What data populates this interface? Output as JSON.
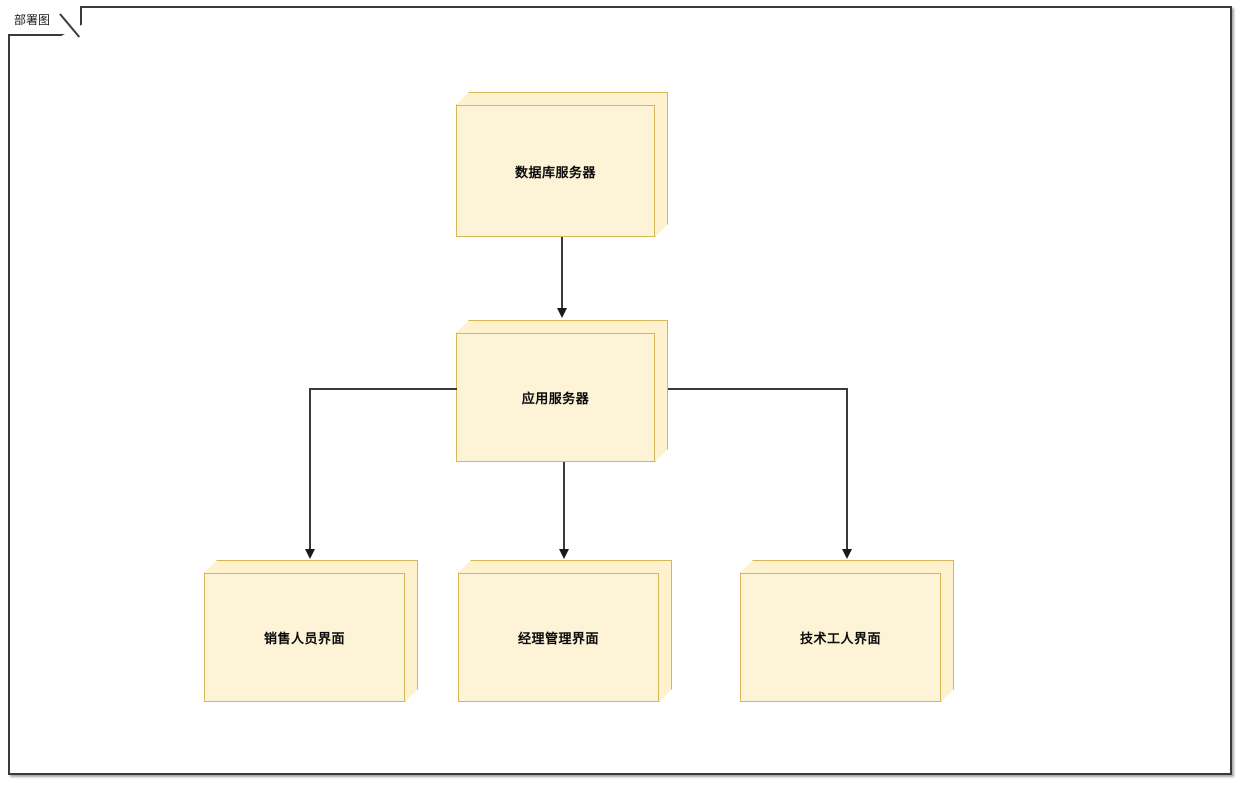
{
  "frame": {
    "label": "部署图"
  },
  "diagram": {
    "type": "uml-deployment-diagram",
    "colors": {
      "node_fill": "#fdf3d7",
      "node_top_fill": "#fdf2cd",
      "node_border": "#d6b656",
      "edge": "#3a3a3a",
      "frame_border": "#3a3a3a",
      "background": "#ffffff",
      "label_text": "#0a0a0a"
    },
    "nodes": [
      {
        "id": "db-server",
        "label": "数据库服务器"
      },
      {
        "id": "app-server",
        "label": "应用服务器"
      },
      {
        "id": "sales-interface",
        "label": "销售人员界面"
      },
      {
        "id": "manager-interface",
        "label": "经理管理界面"
      },
      {
        "id": "technician-interface",
        "label": "技术工人界面"
      }
    ],
    "edges": [
      {
        "from": "db-server",
        "to": "app-server",
        "style": "straight",
        "arrow": "filled"
      },
      {
        "from": "app-server",
        "to": "sales-interface",
        "style": "orthogonal",
        "arrow": "filled"
      },
      {
        "from": "app-server",
        "to": "manager-interface",
        "style": "straight",
        "arrow": "filled"
      },
      {
        "from": "app-server",
        "to": "technician-interface",
        "style": "orthogonal",
        "arrow": "filled"
      }
    ]
  }
}
